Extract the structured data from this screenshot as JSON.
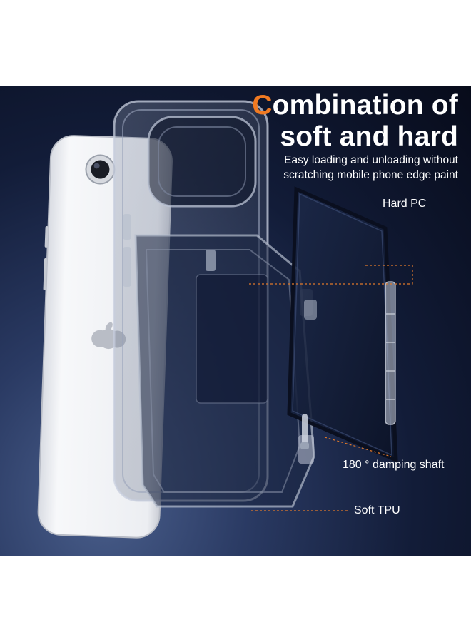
{
  "headline": {
    "first_letter": "C",
    "line1_rest": "ombination of",
    "line2": "soft and hard",
    "accent_color": "#f07a22"
  },
  "subheading": {
    "line1": "Easy loading and unloading without",
    "line2": "scratching mobile phone edge paint"
  },
  "callouts": {
    "hard_pc": "Hard PC",
    "damping_shaft": "180 °  damping shaft",
    "soft_tpu": "Soft TPU",
    "line_color": "#e0782a"
  },
  "colors": {
    "background_dark": "#070b1a",
    "background_light": "#4a5f8c",
    "phone_body": "#f2f3f6"
  }
}
